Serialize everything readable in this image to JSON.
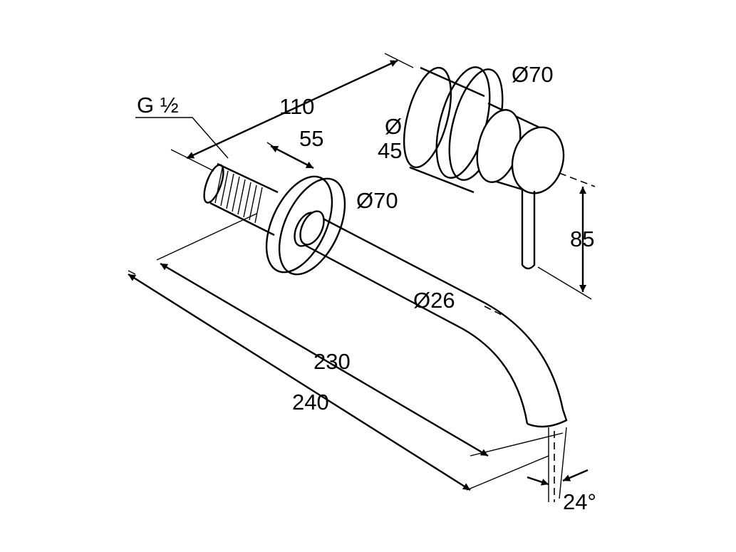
{
  "drawing": {
    "thread_label": "G ½",
    "dim_110": "110",
    "dim_55": "55",
    "dia_handle_rosette": "Ø70",
    "dia_body_symbol": "Ø",
    "dia_body_value": "45",
    "dia_spout_rosette": "Ø70",
    "dim_85": "85",
    "dia_spout": "Ø26",
    "dim_230": "230",
    "dim_240": "240",
    "angle": "24°"
  }
}
